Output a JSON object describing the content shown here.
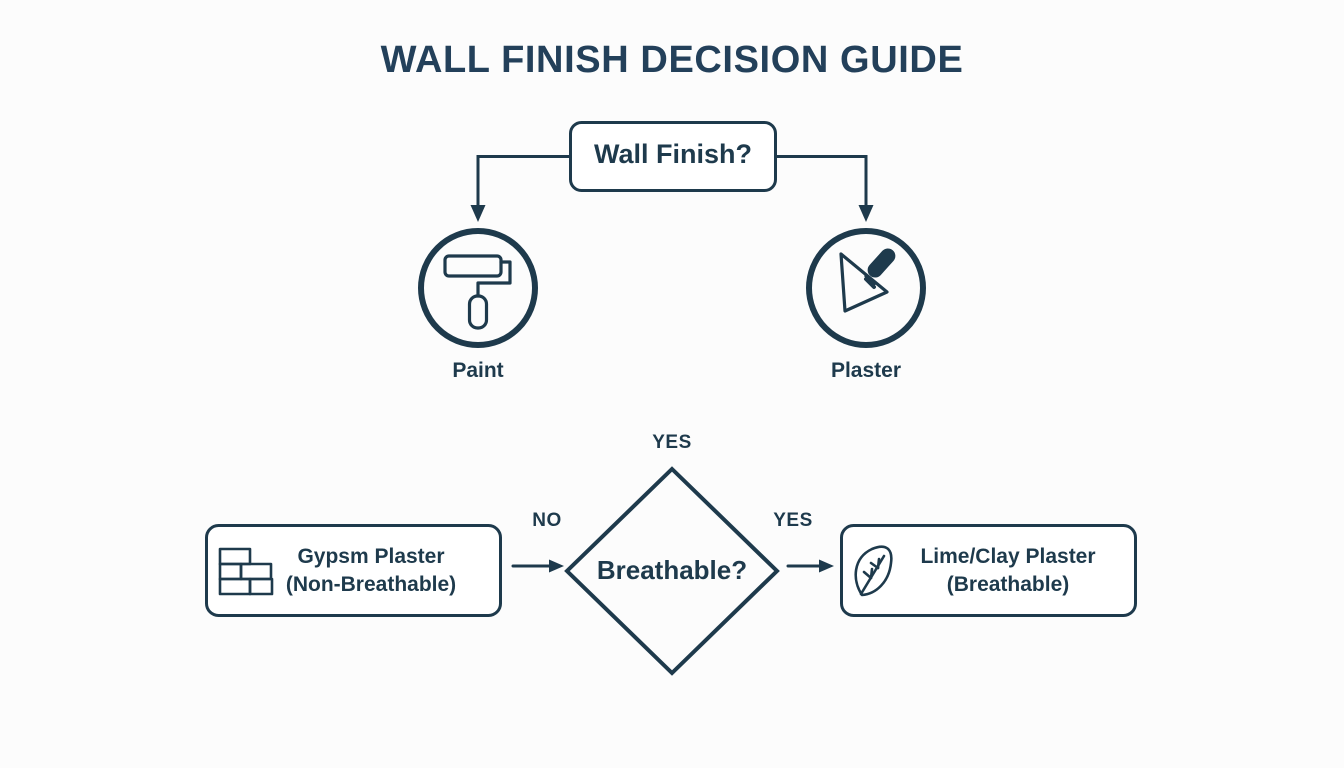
{
  "title": "WALL FINISH DECISION GUIDE",
  "colors": {
    "background": "#fcfcfc",
    "accent": "#1e3a4c",
    "title": "#23405a",
    "node_fill": "#ffffff"
  },
  "chart_data": {
    "type": "diagram",
    "title": "WALL FINISH DECISION GUIDE",
    "nodes": [
      {
        "id": "root",
        "shape": "rounded-rect",
        "label": "Wall Finish?"
      },
      {
        "id": "paint",
        "shape": "circle",
        "label": "Paint",
        "icon": "paint-roller-icon"
      },
      {
        "id": "plaster",
        "shape": "circle",
        "label": "Plaster",
        "icon": "trowel-icon"
      },
      {
        "id": "breathable",
        "shape": "diamond",
        "label": "Breathable?"
      },
      {
        "id": "gypsum",
        "shape": "rounded-rect",
        "label": "Gypsm Plaster\n(Non-Breathable)",
        "icon": "brick-wall-icon"
      },
      {
        "id": "limeclay",
        "shape": "rounded-rect",
        "label": "Lime/Clay Plaster\n(Breathable)",
        "icon": "leaf-icon"
      }
    ],
    "edges": [
      {
        "from": "root",
        "to": "paint",
        "label": ""
      },
      {
        "from": "root",
        "to": "plaster",
        "label": ""
      },
      {
        "from": "breathable",
        "to": "gypsum",
        "label": "NO"
      },
      {
        "from": "breathable",
        "to": "limeclay",
        "label": "YES"
      },
      {
        "from": "breathable",
        "to": "top",
        "label": "YES"
      }
    ]
  },
  "root_node": {
    "label": "Wall Finish?"
  },
  "branches": [
    {
      "label": "Paint",
      "icon": "paint-roller-icon"
    },
    {
      "label": "Plaster",
      "icon": "trowel-icon"
    }
  ],
  "decision": {
    "label": "Breathable?",
    "edge_labels": {
      "top": "YES",
      "left": "NO",
      "right": "YES"
    }
  },
  "outcomes": [
    {
      "line1": "Gypsm Plaster",
      "line2": "(Non-Breathable)",
      "icon": "brick-wall-icon"
    },
    {
      "line1": "Lime/Clay Plaster",
      "line2": "(Breathable)",
      "icon": "leaf-icon"
    }
  ]
}
